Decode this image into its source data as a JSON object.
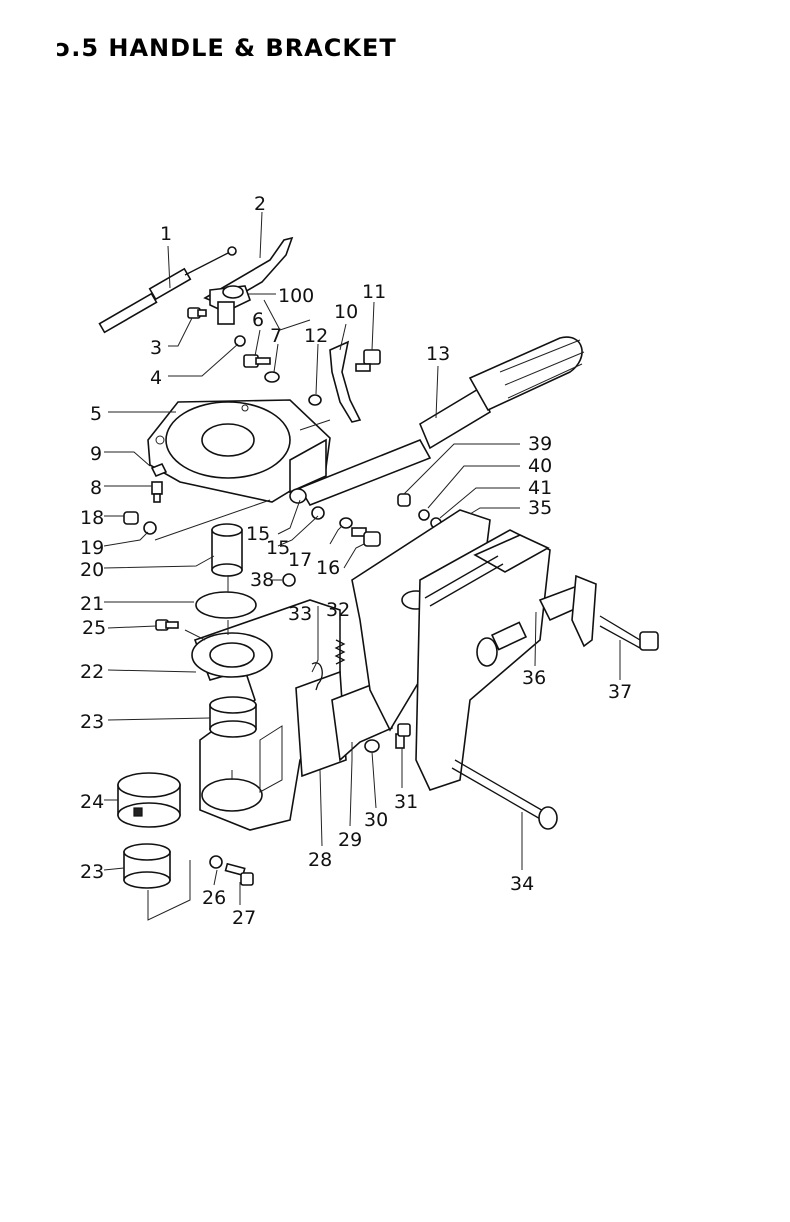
{
  "title": "ↄ.5 HANDLE & BRACKET",
  "callouts": {
    "c1": "1",
    "c2": "2",
    "c3": "3",
    "c4": "4",
    "c5": "5",
    "c6": "6",
    "c7": "7",
    "c8": "8",
    "c9": "9",
    "c10": "10",
    "c11": "11",
    "c12": "12",
    "c13": "13",
    "c15a": "15",
    "c15b": "15",
    "c16": "16",
    "c17": "17",
    "c18": "18",
    "c19": "19",
    "c20": "20",
    "c21": "21",
    "c22": "22",
    "c23a": "23",
    "c23b": "23",
    "c24": "24",
    "c25": "25",
    "c26": "26",
    "c27": "27",
    "c28": "28",
    "c29": "29",
    "c30": "30",
    "c31": "31",
    "c32": "32",
    "c33": "33",
    "c34": "34",
    "c35": "35",
    "c36": "36",
    "c37": "37",
    "c38": "38",
    "c39": "39",
    "c40": "40",
    "c41": "41",
    "c100": "100"
  }
}
